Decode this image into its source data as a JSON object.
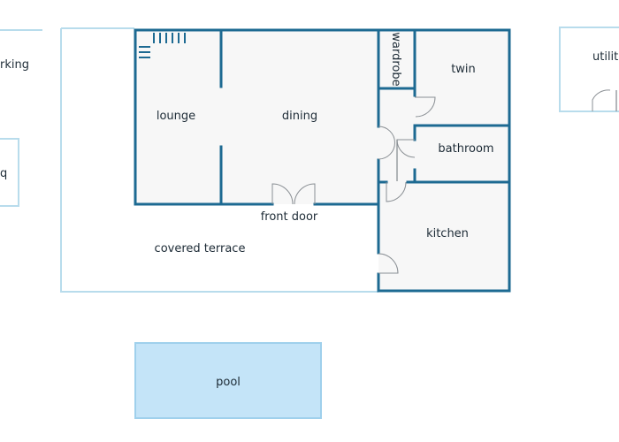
{
  "rooms": {
    "parking": "rking",
    "bbq": "q",
    "utility": "utilit",
    "lounge": "lounge",
    "dining": "dining",
    "wardrobe": "wardrobe",
    "twin": "twin",
    "bathroom": "bathroom",
    "kitchen": "kitchen",
    "front_door": "front door",
    "covered_terrace": "covered terrace",
    "pool": "pool"
  },
  "colors": {
    "wall": "#1d6a92",
    "outline_light": "#b8dcec",
    "room_fill": "#f7f7f7",
    "pool_fill": "#c4e4f8",
    "door": "#8a8f94"
  }
}
